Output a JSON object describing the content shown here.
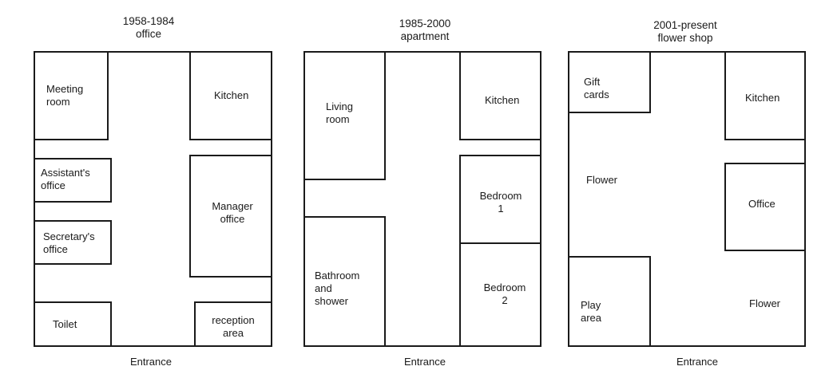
{
  "plans": [
    {
      "period": "1958-1984",
      "use": "office",
      "rooms": {
        "meeting": [
          "Meeting",
          "room"
        ],
        "kitchen": [
          "Kitchen"
        ],
        "assistant": [
          "Assistant's",
          "office"
        ],
        "manager": [
          "Manager",
          "office"
        ],
        "secretary": [
          "Secretary's",
          "office"
        ],
        "toilet": [
          "Toilet"
        ],
        "reception": [
          "reception",
          "area"
        ]
      },
      "entrance": "Entrance"
    },
    {
      "period": "1985-2000",
      "use": "apartment",
      "rooms": {
        "living": [
          "Living",
          "room"
        ],
        "kitchen": [
          "Kitchen"
        ],
        "bedroom1": [
          "Bedroom",
          "1"
        ],
        "bathroom": [
          "Bathroom",
          "and shower"
        ],
        "bedroom2": [
          "Bedroom",
          "2"
        ]
      },
      "entrance": "Entrance"
    },
    {
      "period": "2001-present",
      "use": "flower shop",
      "rooms": {
        "giftcards": [
          "Gift cards"
        ],
        "kitchen": [
          "Kitchen"
        ],
        "flower1": [
          "Flower"
        ],
        "office": [
          "Office"
        ],
        "playarea": [
          "Play area"
        ],
        "flower2": [
          "Flower"
        ]
      },
      "entrance": "Entrance"
    }
  ]
}
